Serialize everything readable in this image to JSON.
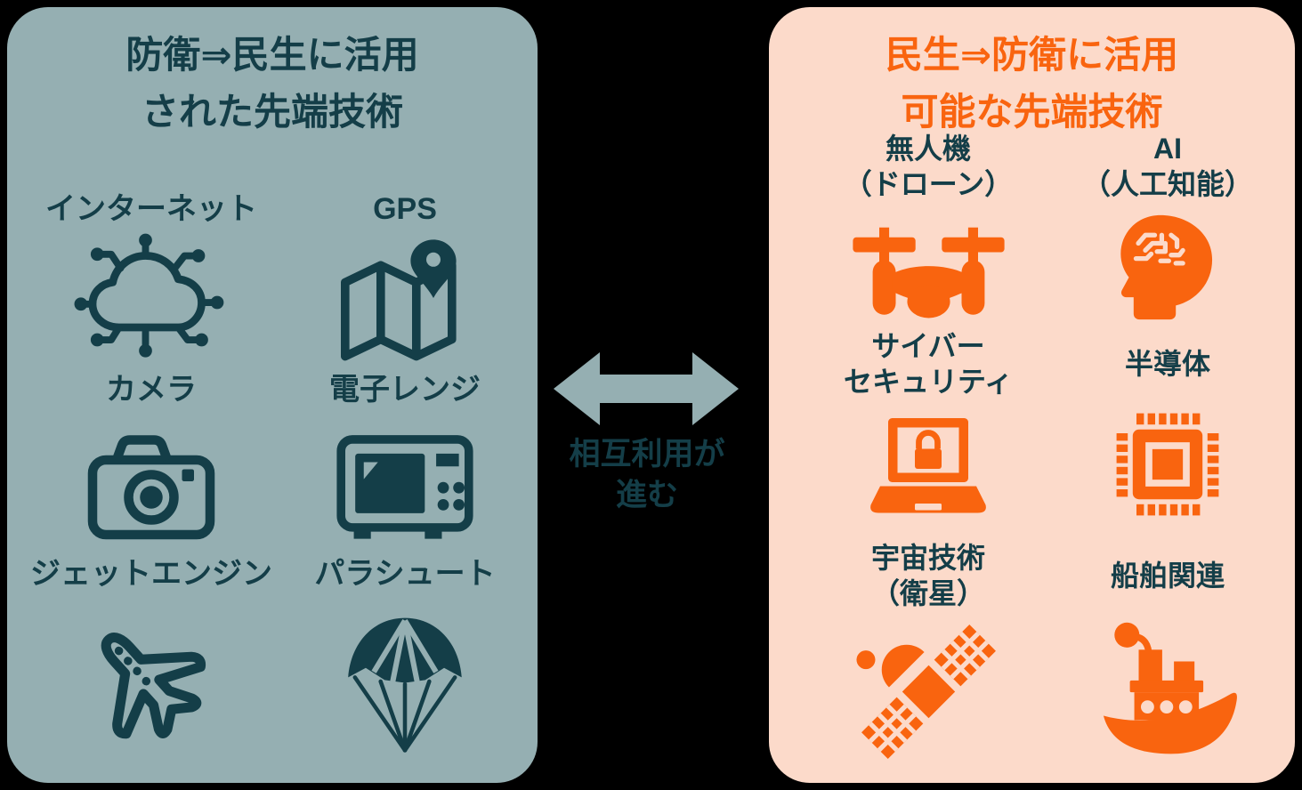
{
  "colors": {
    "canvas_bg": "#000000",
    "left_panel_bg": "#95AFB2",
    "right_panel_bg": "#FCDACA",
    "dark_teal": "#143E48",
    "orange": "#F9640F"
  },
  "left_panel": {
    "title_lines": [
      "防衛⇒民生に活用",
      "された先端技術"
    ],
    "items": [
      {
        "label": "インターネット",
        "icon": "internet-cloud-icon"
      },
      {
        "label": "GPS",
        "icon": "gps-map-icon"
      },
      {
        "label": "カメラ",
        "icon": "camera-icon"
      },
      {
        "label": "電子レンジ",
        "icon": "microwave-icon"
      },
      {
        "label": "ジェットエンジン",
        "icon": "jet-plane-icon"
      },
      {
        "label": "パラシュート",
        "icon": "parachute-icon"
      }
    ]
  },
  "center": {
    "arrow_icon": "double-headed-arrow-icon",
    "caption_lines": [
      "相互利用が",
      "進む"
    ]
  },
  "right_panel": {
    "title_lines": [
      "民生⇒防衛に活用",
      "可能な先端技術"
    ],
    "items": [
      {
        "lines": [
          "無人機",
          "（ドローン）"
        ],
        "icon": "drone-icon"
      },
      {
        "lines": [
          "AI",
          "（人工知能）"
        ],
        "icon": "ai-brain-head-icon"
      },
      {
        "lines": [
          "サイバー",
          "セキュリティ"
        ],
        "icon": "cybersecurity-laptop-icon"
      },
      {
        "lines": [
          "半導体"
        ],
        "icon": "semiconductor-chip-icon"
      },
      {
        "lines": [
          "宇宙技術",
          "（衛星）"
        ],
        "icon": "satellite-icon"
      },
      {
        "lines": [
          "船舶関連"
        ],
        "icon": "ship-icon"
      }
    ]
  }
}
